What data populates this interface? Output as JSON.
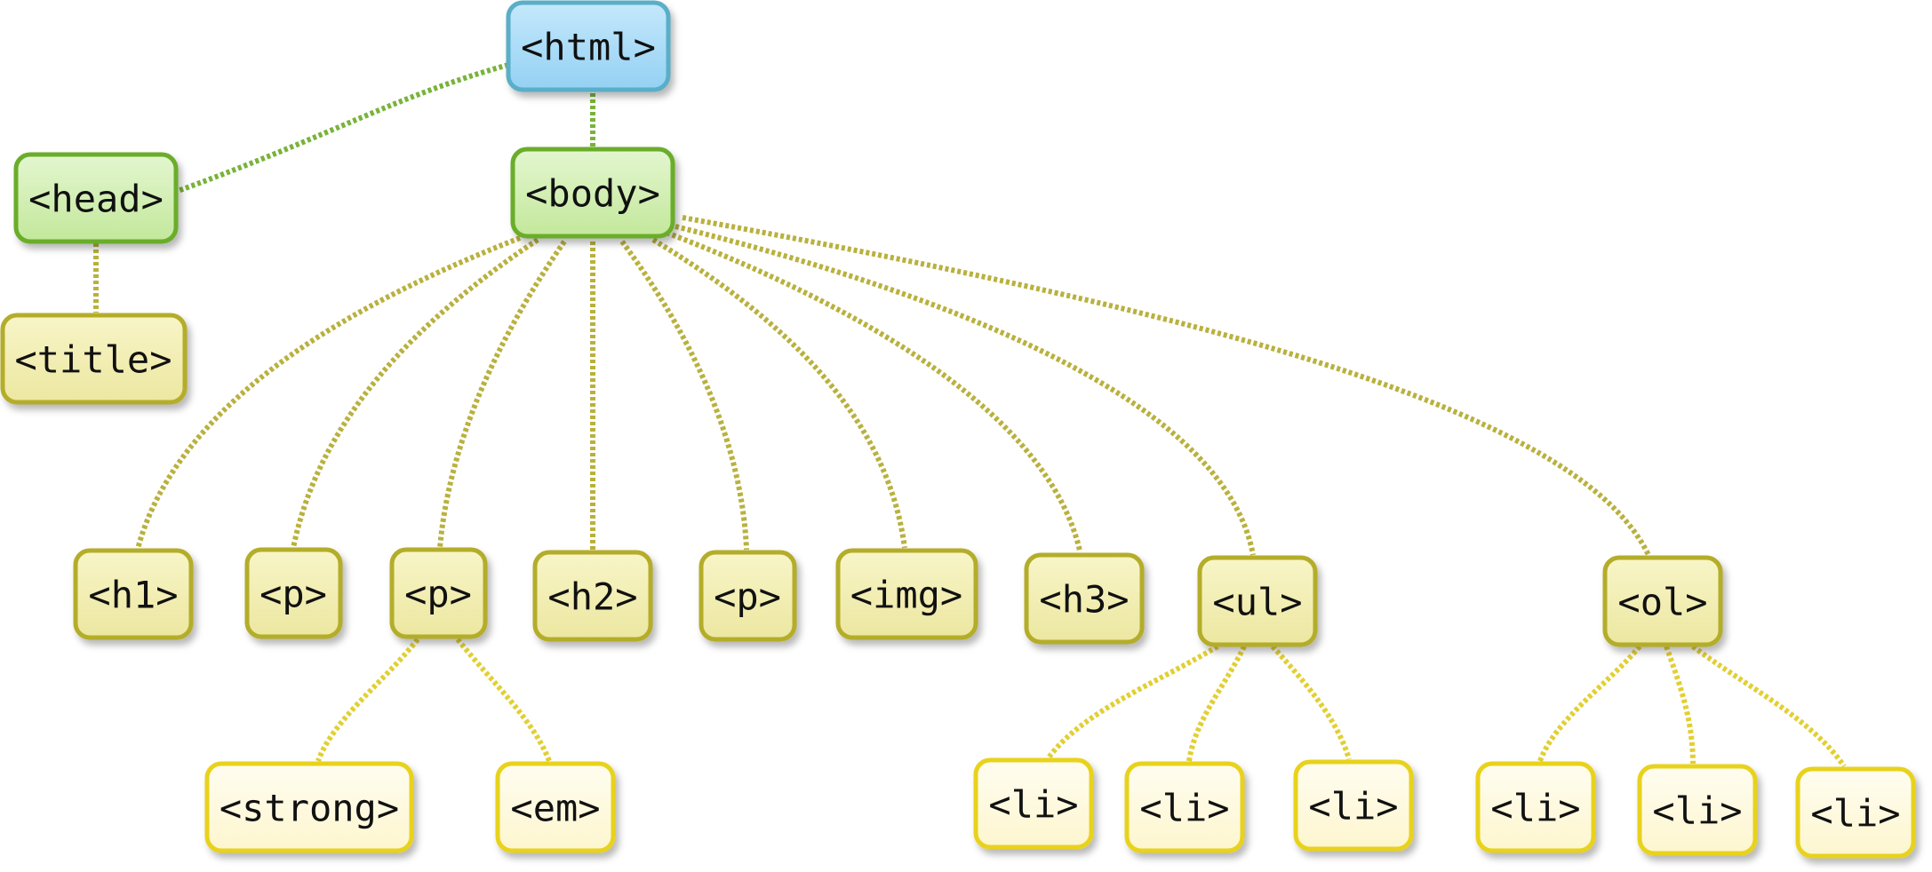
{
  "colors": {
    "blue": {
      "fill_top": "#c4e8fb",
      "fill_bottom": "#94d1f3",
      "stroke": "#5aaec8"
    },
    "green": {
      "fill_top": "#e3f6cf",
      "fill_bottom": "#c3e89b",
      "stroke": "#6aad2b",
      "line": "#79b33a"
    },
    "olive": {
      "fill_top": "#f8f5c8",
      "fill_bottom": "#ece7a0",
      "stroke": "#b4ad2c",
      "line": "#b9b13e"
    },
    "yellow": {
      "fill_top": "#fffdf0",
      "fill_bottom": "#fdf6cf",
      "stroke": "#e8d21f",
      "line": "#e2cf32"
    }
  },
  "nodes": {
    "html": {
      "label": "<html>"
    },
    "head": {
      "label": "<head>"
    },
    "body": {
      "label": "<body>"
    },
    "title": {
      "label": "<title>"
    },
    "h1": {
      "label": "<h1>"
    },
    "p1": {
      "label": "<p>"
    },
    "p2": {
      "label": "<p>"
    },
    "h2": {
      "label": "<h2>"
    },
    "p3": {
      "label": "<p>"
    },
    "img": {
      "label": "<img>"
    },
    "h3": {
      "label": "<h3>"
    },
    "ul": {
      "label": "<ul>"
    },
    "ol": {
      "label": "<ol>"
    },
    "strong": {
      "label": "<strong>"
    },
    "em": {
      "label": "<em>"
    },
    "ul_li1": {
      "label": "<li>"
    },
    "ul_li2": {
      "label": "<li>"
    },
    "ul_li3": {
      "label": "<li>"
    },
    "ol_li1": {
      "label": "<li>"
    },
    "ol_li2": {
      "label": "<li>"
    },
    "ol_li3": {
      "label": "<li>"
    }
  }
}
